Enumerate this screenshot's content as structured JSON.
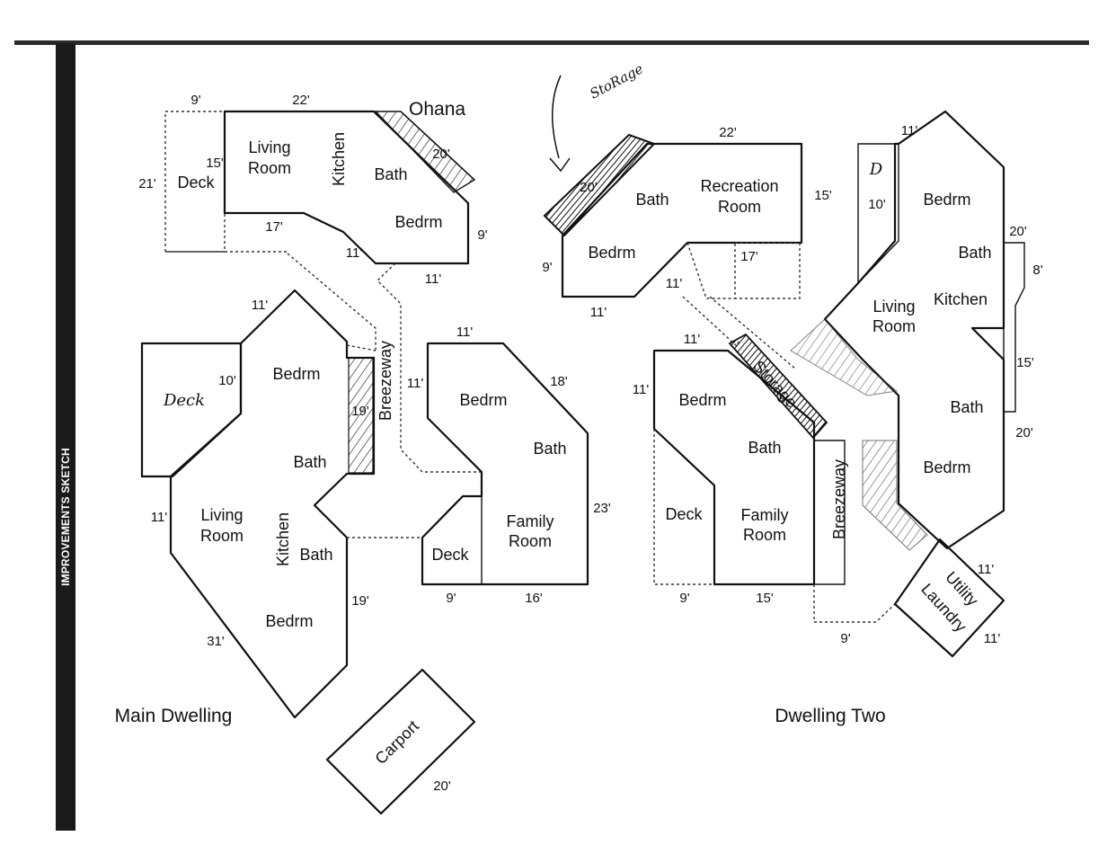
{
  "header": {
    "side_label": "IMPROVEMENTS SKETCH"
  },
  "captions": {
    "main": "Main Dwelling",
    "two": "Dwelling Two"
  },
  "ohana": {
    "title": "Ohana",
    "rooms": {
      "living": [
        "Living",
        "Room"
      ],
      "kitchen": "Kitchen",
      "bath": "Bath",
      "bedrm": "Bedrm",
      "deck": "Deck"
    },
    "dims": {
      "top_9": "9'",
      "top_22": "22'",
      "d15": "15'",
      "d21": "21'",
      "d17": "17'",
      "d11a": "11'",
      "d11b": "11'",
      "d9": "9'",
      "d20": "20'"
    }
  },
  "main": {
    "rooms": {
      "bedrm_top": "Bedrm",
      "deck": "Deck",
      "bath": "Bath",
      "living": [
        "Living",
        "Room"
      ],
      "kitchen": "Kitchen",
      "bath2": "Bath",
      "bedrm_bottom": "Bedrm",
      "breezeway": "Breezeway",
      "bedrm_right": "Bedrm",
      "bath_right": "Bath",
      "family": [
        "Family",
        "Room"
      ],
      "deck_right": "Deck",
      "carport": "Carport"
    },
    "dims": {
      "d11_top": "11'",
      "d10": "10'",
      "d19a": "19'",
      "d11_left": "11'",
      "d19b": "19'",
      "d31": "31'",
      "d11_mid": "11'",
      "d11_right": "11'",
      "d18": "18'",
      "d23": "23'",
      "d9": "9'",
      "d16": "16'",
      "d20": "20'"
    }
  },
  "two": {
    "annotation": "StoRage",
    "rooms": {
      "bath": "Bath",
      "recreation": [
        "Recreation",
        "Room"
      ],
      "bedrm": "Bedrm",
      "bedrm_r1": "Bedrm",
      "bath_r1": "Bath",
      "kitchen": "Kitchen",
      "living": [
        "Living",
        "Room"
      ],
      "bath_r2": "Bath",
      "bedrm_r2": "Bedrm",
      "utility": [
        "Utility",
        "Laundry"
      ],
      "bedrm_l": "Bedrm",
      "bath_l": "Bath",
      "deck": "Deck",
      "family": [
        "Family",
        "Room"
      ],
      "storage": "Storage",
      "breezeway": "Breezeway",
      "d_mark": "D"
    },
    "dims": {
      "d22": "22'",
      "d15": "15'",
      "d20": "20'",
      "d9": "9'",
      "d17": "17'",
      "d11a": "11'",
      "d11b": "11'",
      "d11_top": "11'",
      "d10": "10'",
      "d20b": "20'",
      "d8": "8'",
      "d15b": "15'",
      "d20c": "20'",
      "d11_l": "11'",
      "d11_l2": "11'",
      "d9b": "9'",
      "d15c": "15'",
      "d9c": "9'",
      "d11_u": "11'",
      "d11_u2": "11'"
    }
  }
}
